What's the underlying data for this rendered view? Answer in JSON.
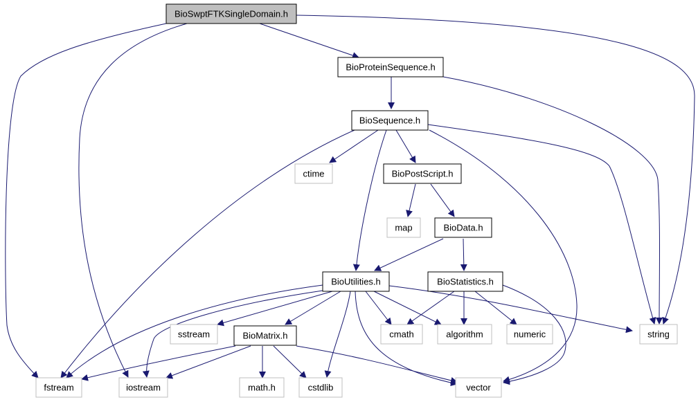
{
  "diagram": {
    "type": "include-dependency-graph",
    "edge_color": "#191970",
    "root_fill": "#bfbfbf",
    "project_stroke": "#000000",
    "system_stroke": "#bfbfbf",
    "nodes": {
      "root": "BioSwptFTKSingleDomain.h",
      "protein": "BioProteinSequence.h",
      "sequence": "BioSequence.h",
      "ctime": "ctime",
      "postscript": "BioPostScript.h",
      "map": "map",
      "data": "BioData.h",
      "utilities": "BioUtilities.h",
      "statistics": "BioStatistics.h",
      "sstream": "sstream",
      "matrix": "BioMatrix.h",
      "cmath": "cmath",
      "algorithm": "algorithm",
      "numeric": "numeric",
      "string": "string",
      "fstream": "fstream",
      "iostream": "iostream",
      "mathh": "math.h",
      "cstdlib": "cstdlib",
      "vector": "vector"
    },
    "edges": [
      [
        "root",
        "protein"
      ],
      [
        "root",
        "string"
      ],
      [
        "root",
        "fstream"
      ],
      [
        "root",
        "iostream"
      ],
      [
        "protein",
        "sequence"
      ],
      [
        "protein",
        "string"
      ],
      [
        "sequence",
        "ctime"
      ],
      [
        "sequence",
        "postscript"
      ],
      [
        "sequence",
        "utilities"
      ],
      [
        "sequence",
        "fstream"
      ],
      [
        "sequence",
        "string"
      ],
      [
        "sequence",
        "vector"
      ],
      [
        "postscript",
        "map"
      ],
      [
        "postscript",
        "data"
      ],
      [
        "data",
        "utilities"
      ],
      [
        "data",
        "statistics"
      ],
      [
        "utilities",
        "sstream"
      ],
      [
        "utilities",
        "matrix"
      ],
      [
        "utilities",
        "cmath"
      ],
      [
        "utilities",
        "algorithm"
      ],
      [
        "utilities",
        "string"
      ],
      [
        "utilities",
        "fstream"
      ],
      [
        "utilities",
        "iostream"
      ],
      [
        "utilities",
        "cstdlib"
      ],
      [
        "utilities",
        "vector"
      ],
      [
        "statistics",
        "cmath"
      ],
      [
        "statistics",
        "algorithm"
      ],
      [
        "statistics",
        "numeric"
      ],
      [
        "statistics",
        "vector"
      ],
      [
        "matrix",
        "fstream"
      ],
      [
        "matrix",
        "iostream"
      ],
      [
        "matrix",
        "mathh"
      ],
      [
        "matrix",
        "cstdlib"
      ],
      [
        "matrix",
        "vector"
      ]
    ]
  }
}
